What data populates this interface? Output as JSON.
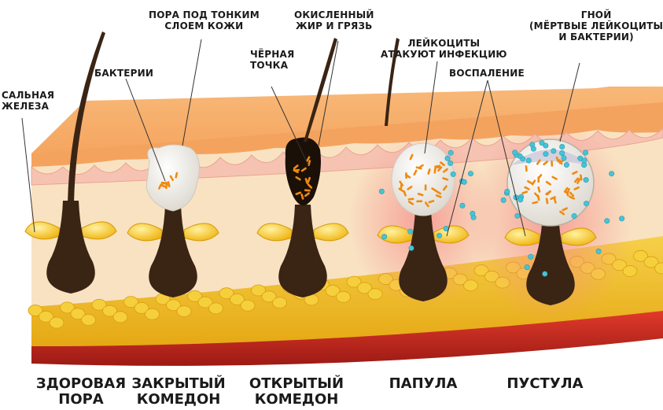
{
  "labels": {
    "sebaceous_gland": "САЛЬНАЯ\nЖЕЛЕЗА",
    "bacteria": "БАКТЕРИИ",
    "pore_under_skin": "ПОРА ПОД ТОНКИМ\nСЛОЕМ КОЖИ",
    "black_dot": "ЧЁРНАЯ\nТОЧКА",
    "oxidized_fat": "ОКИСЛЕННЫЙ\nЖИР И ГРЯЗЬ",
    "leukocytes": "ЛЕЙКОЦИТЫ\nАТАКУЮТ ИНФЕКЦИЮ",
    "inflammation": "ВОСПАЛЕНИЕ",
    "pus": "ГНОЙ\n(МЁРТВЫЕ ЛЕЙКОЦИТЫ\nИ БАКТЕРИИ)"
  },
  "stages": [
    {
      "label": "ЗДОРОВАЯ\nПОРА"
    },
    {
      "label": "ЗАКРЫТЫЙ\nКОМЕДОН"
    },
    {
      "label": "ОТКРЫТЫЙ\nКОМЕДОН"
    },
    {
      "label": "ПАПУЛА"
    },
    {
      "label": "ПУСТУЛА"
    }
  ],
  "colors": {
    "epidermis": "#f4a35e",
    "dermis": "#f9e2c2",
    "fat": "#f3c020",
    "muscle": "#c8281e",
    "follicle": "#3a2414",
    "gland": "#f7c91a",
    "pus": "#f0f0ec",
    "blackhead": "#1b1008",
    "leukocyte": "#48c3d6",
    "bacteria": "#f08a10",
    "inflammation": "#f58a8a"
  }
}
